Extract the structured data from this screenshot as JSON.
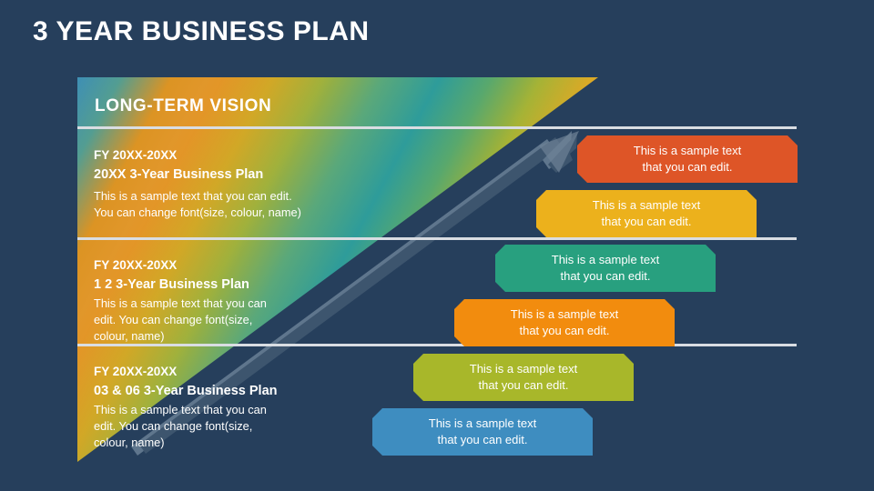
{
  "slide": {
    "title": "3 YEAR BUSINESS PLAN",
    "background_color": "#263f5c"
  },
  "pyramid": {
    "header_label": "LONG-TERM VISION",
    "tiers": [
      {
        "fy": "FY 20XX-20XX",
        "heading": "20XX 3-Year Business Plan",
        "body_line1": "This is a sample text that you can edit.",
        "body_line2": "You can change font(size, colour, name)"
      },
      {
        "fy": "FY 20XX-20XX",
        "heading": "1 2 3-Year Business Plan",
        "body_line1": "This is a sample text that you can",
        "body_line2": "edit. You can change font(size,",
        "body_line3": "colour, name)"
      },
      {
        "fy": "FY 20XX-20XX",
        "heading": "03 & 06 3-Year Business Plan",
        "body_line1": "This is a sample text that you can",
        "body_line2": "edit. You can change font(size,",
        "body_line3": "colour, name)"
      }
    ]
  },
  "callouts": [
    {
      "line1": "This is a sample text",
      "line2": "that you can edit.",
      "color": "#de5527"
    },
    {
      "line1": "This is a sample text",
      "line2": "that you can edit.",
      "color": "#ecb11c"
    },
    {
      "line1": "This is a sample text",
      "line2": "that you can edit.",
      "color": "#28a07f"
    },
    {
      "line1": "This is a sample text",
      "line2": "that you can edit.",
      "color": "#f28c0e"
    },
    {
      "line1": "This is a sample text",
      "line2": "that you can edit.",
      "color": "#a8b72a"
    },
    {
      "line1": "This is a sample text",
      "line2": "that you can edit.",
      "color": "#3e8dc0"
    }
  ],
  "arrow": {
    "name": "growth-arrow",
    "direction": "up-right",
    "color": "#5c7186"
  }
}
